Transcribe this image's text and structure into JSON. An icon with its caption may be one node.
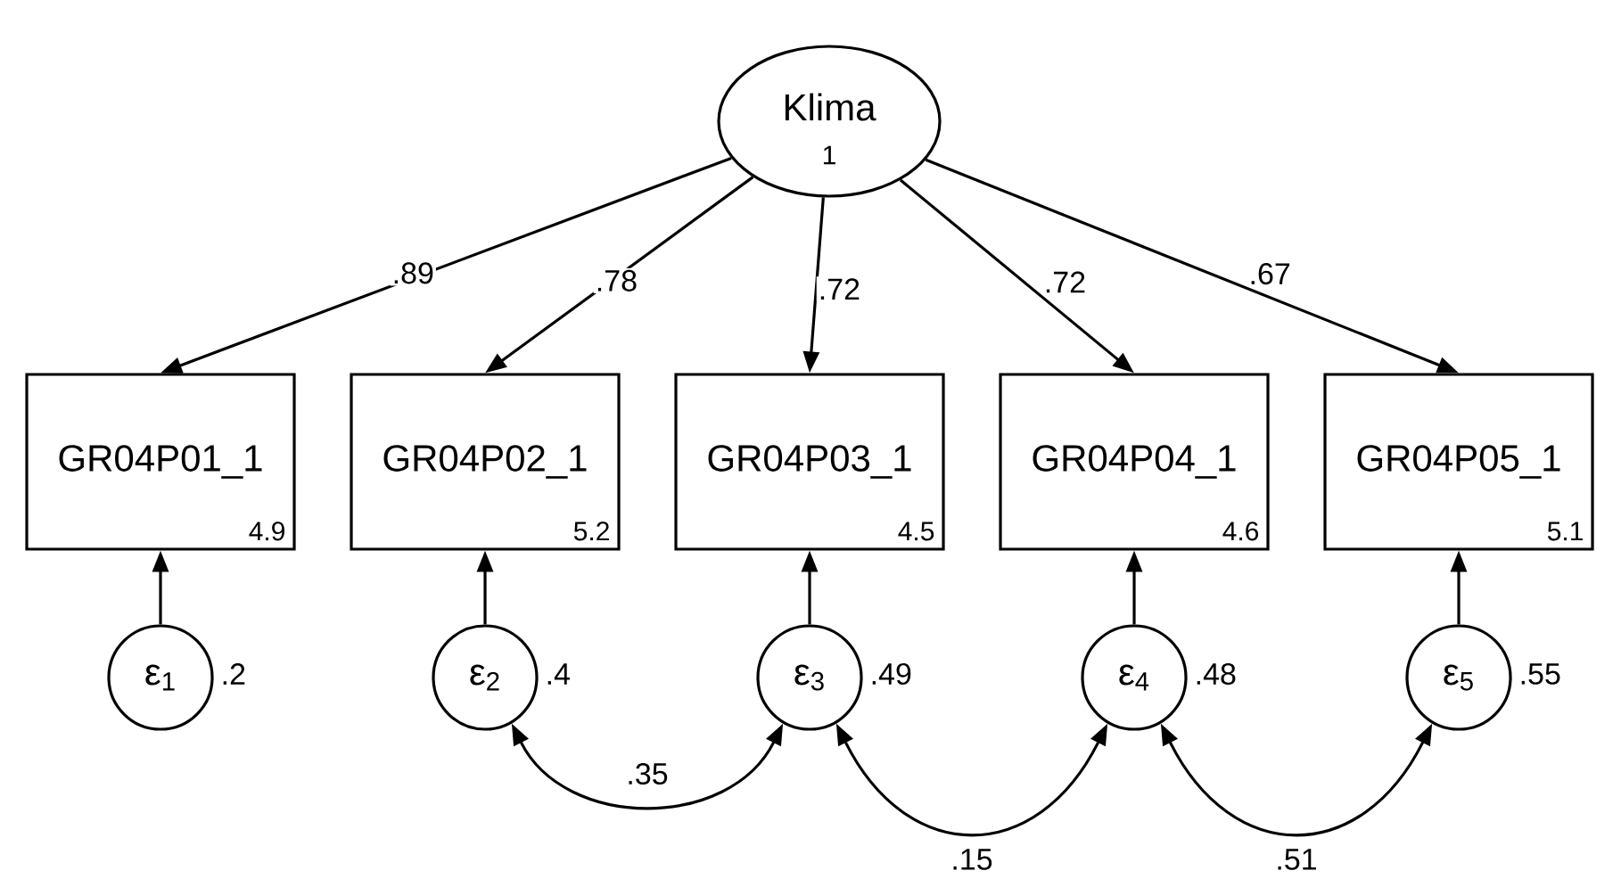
{
  "diagram": {
    "nodes": [
      {
        "text": [
          "Klima",
          "1"
        ]
      },
      {
        "text": [
          "GR04P01_1",
          "4.9"
        ]
      },
      {
        "text": [
          "GR04P02_1",
          "5.2"
        ]
      },
      {
        "text": [
          "GR04P03_1",
          "4.5"
        ]
      },
      {
        "text": [
          "GR04P04_1",
          "4.6"
        ]
      },
      {
        "text": [
          "GR04P05_1",
          "5.1"
        ]
      },
      {
        "text": [
          "ε$_{1}$"
        ],
        "beside": [
          ".2"
        ]
      },
      {
        "text": [
          "ε$_{2}$"
        ],
        "beside": [
          ".4"
        ]
      },
      {
        "text": [
          "ε$_{3}$"
        ],
        "beside": [
          ".49"
        ]
      },
      {
        "text": [
          "ε$_{4}$"
        ],
        "beside": [
          ".48"
        ]
      },
      {
        "text": [
          "ε$_{5}$"
        ],
        "beside": [
          ".55"
        ]
      }
    ],
    "edges": [
      {
        "from": 0,
        "to": 1,
        "arrow": "to",
        "label": ".89"
      },
      {
        "from": 0,
        "to": 2,
        "arrow": "to",
        "label": ".78"
      },
      {
        "from": 0,
        "to": 3,
        "arrow": "to",
        "label": ".72"
      },
      {
        "from": 0,
        "to": 4,
        "arrow": "to",
        "label": ".72"
      },
      {
        "from": 0,
        "to": 5,
        "arrow": "to",
        "label": ".67"
      },
      {
        "from": 6,
        "to": 1,
        "arrow": "to"
      },
      {
        "from": 7,
        "to": 2,
        "arrow": "to"
      },
      {
        "from": 8,
        "to": 3,
        "arrow": "to"
      },
      {
        "from": 9,
        "to": 4,
        "arrow": "to"
      },
      {
        "from": 10,
        "to": 5,
        "arrow": "to"
      },
      {
        "from": 7,
        "to": 8,
        "arrow": "both",
        "label": ".35"
      },
      {
        "from": 8,
        "to": 9,
        "arrow": "both",
        "label": ".15"
      },
      {
        "from": 9,
        "to": 10,
        "arrow": "both",
        "label": ".51"
      }
    ]
  }
}
